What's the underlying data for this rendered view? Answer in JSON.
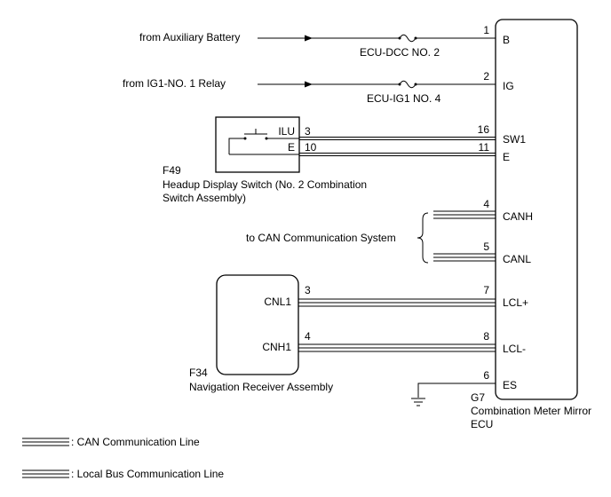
{
  "sources": {
    "aux_battery": "from Auxiliary Battery",
    "ig1_relay": "from IG1-NO. 1 Relay"
  },
  "fuses": {
    "ecu_dcc": "ECU-DCC NO. 2",
    "ecu_ig1": "ECU-IG1 NO. 4"
  },
  "switch": {
    "code": "F49",
    "name_line1": "Headup Display Switch (No. 2 Combination",
    "name_line2": "Switch Assembly)",
    "pins": {
      "ilu": "ILU",
      "ilu_num": "3",
      "e": "E",
      "e_num": "10"
    }
  },
  "can_system": "to CAN Communication System",
  "nav": {
    "code": "F34",
    "name": "Navigation Receiver Assembly",
    "pins": {
      "cnl1": "CNL1",
      "cnl1_num": "3",
      "cnh1": "CNH1",
      "cnh1_num": "4"
    }
  },
  "ecu": {
    "code": "G7",
    "name_line1": "Combination Meter Mirror",
    "name_line2": "ECU",
    "terminals": [
      {
        "num": "1",
        "label": "B"
      },
      {
        "num": "2",
        "label": "IG"
      },
      {
        "num": "16",
        "label": "SW1"
      },
      {
        "num": "11",
        "label": "E"
      },
      {
        "num": "4",
        "label": "CANH"
      },
      {
        "num": "5",
        "label": "CANL"
      },
      {
        "num": "7",
        "label": "LCL+"
      },
      {
        "num": "8",
        "label": "LCL-"
      },
      {
        "num": "6",
        "label": "ES"
      }
    ]
  },
  "legend": {
    "can": ": CAN Communication Line",
    "local": ": Local Bus Communication Line"
  }
}
